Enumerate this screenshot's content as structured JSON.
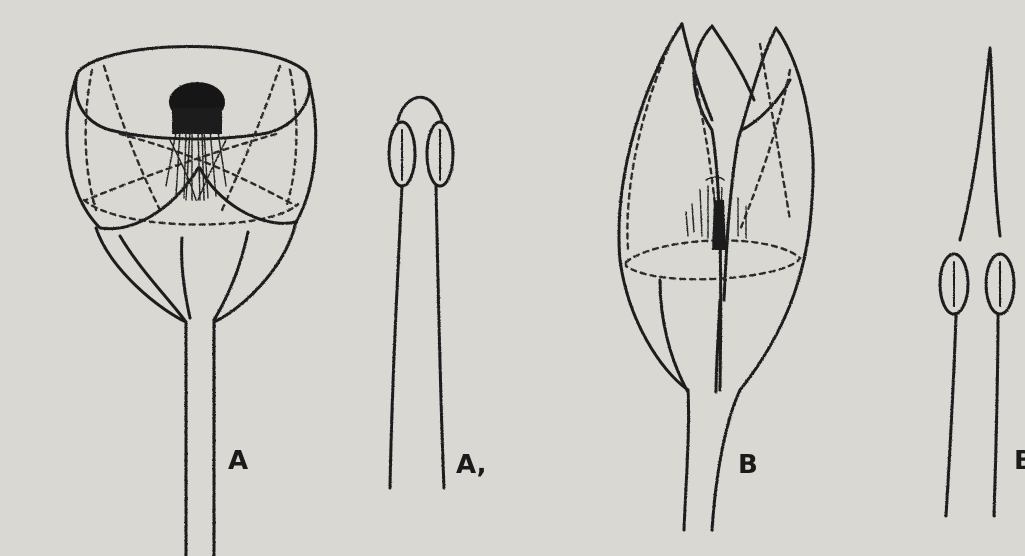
{
  "figure": {
    "labels": {
      "a": "A",
      "a1": "A,",
      "b": "B",
      "b1": "B,"
    }
  }
}
